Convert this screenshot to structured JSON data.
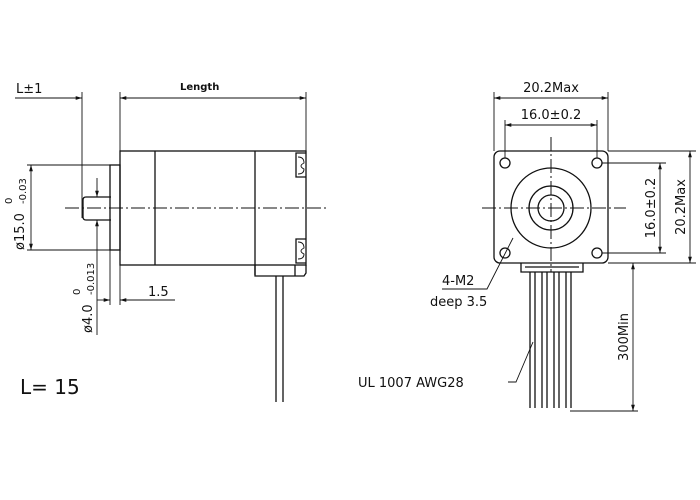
{
  "side_view": {
    "l_tolerance": "L±1",
    "length_label": "Length",
    "flange_diameter": "ø15.0",
    "flange_tol_upper": "0",
    "flange_tol_lower": "-0.03",
    "shaft_diameter": "ø4.0",
    "shaft_tol_upper": "0",
    "shaft_tol_lower": "-0.013",
    "flange_thickness": "1.5",
    "l_value": "L= 15"
  },
  "front_view": {
    "overall_width": "20.2Max",
    "hole_spacing_h": "16.0±0.2",
    "hole_spacing_v": "16.0±0.2",
    "overall_height": "20.2Max",
    "mount_holes": "4-M2",
    "hole_depth": "deep 3.5",
    "lead_length": "300Min",
    "wire_spec": "UL 1007 AWG28"
  }
}
